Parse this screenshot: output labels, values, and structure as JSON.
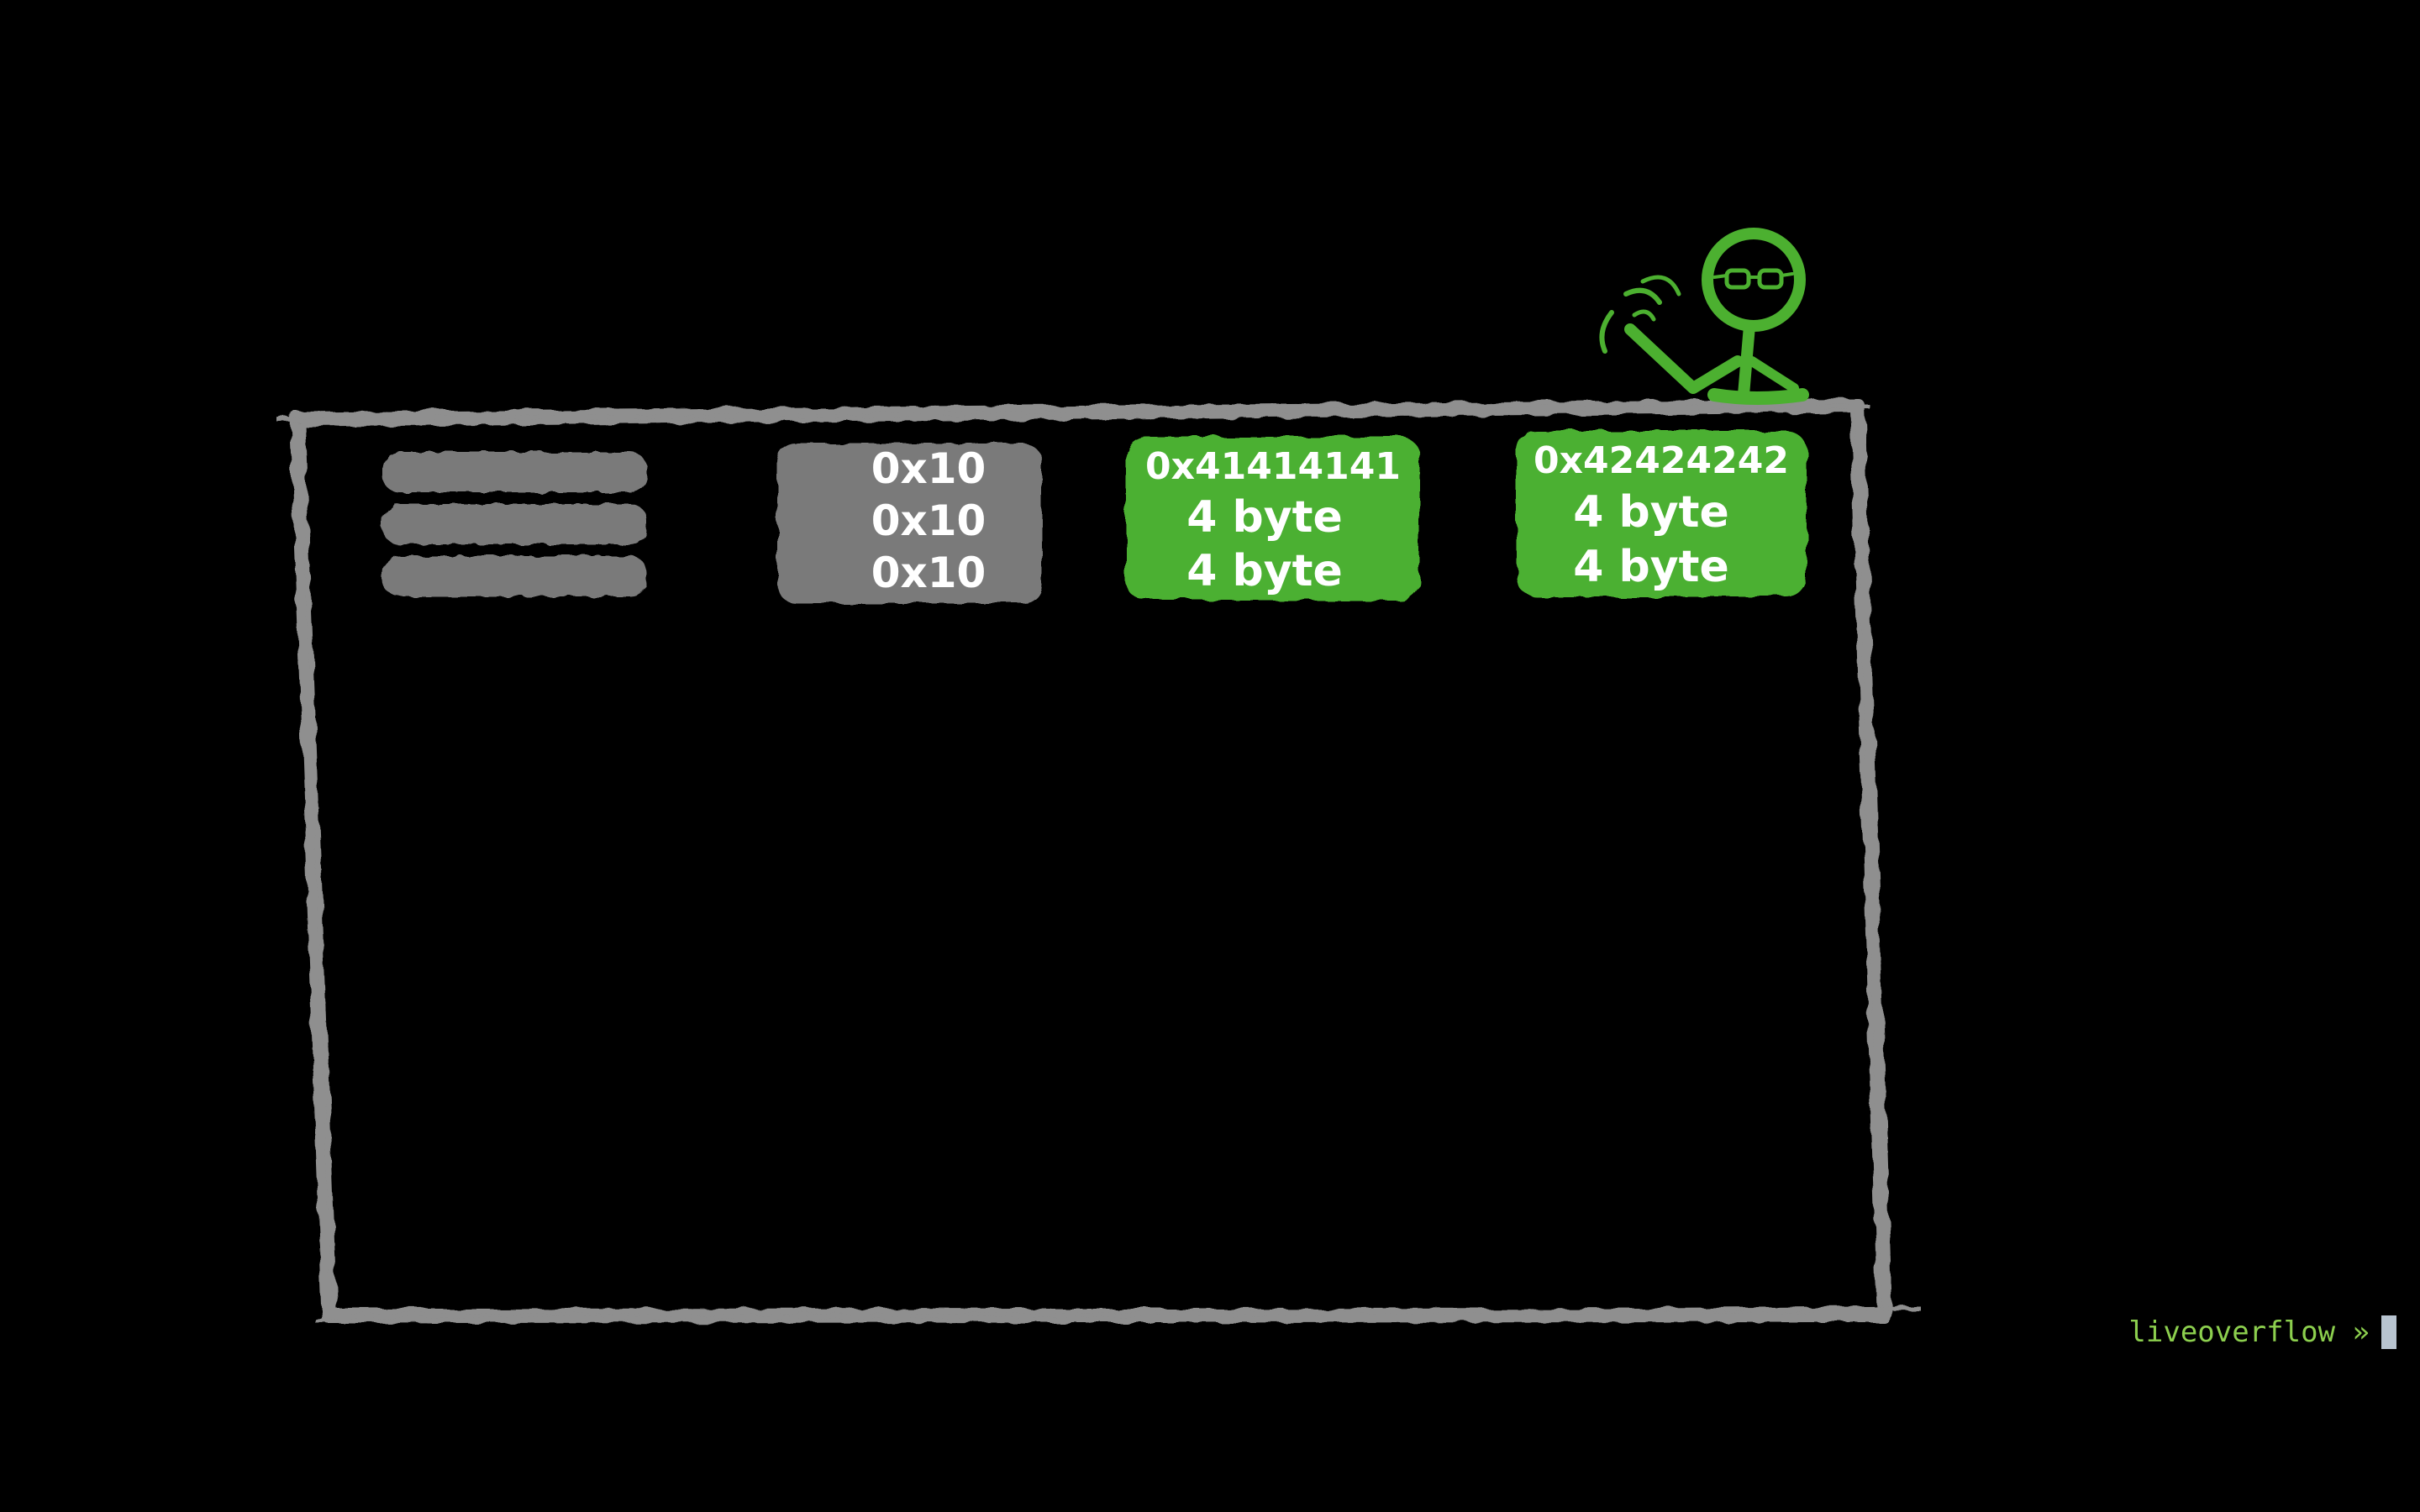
{
  "colors": {
    "background": "#000000",
    "frame": "#8f8f8f",
    "redacted_block": "#7a7a7a",
    "green_block": "#4cb030",
    "character": "#4cb030",
    "text_white": "#ffffff",
    "prompt_text": "#8ccf4e",
    "cursor": "#b8c4d0"
  },
  "memory_table": {
    "columns": [
      {
        "kind": "redacted",
        "cells": [
          "",
          "",
          ""
        ]
      },
      {
        "kind": "size",
        "cells": [
          "0x10",
          "0x10",
          "0x10"
        ]
      },
      {
        "kind": "data",
        "cells": [
          "0x41414141",
          "4 byte",
          "4 byte"
        ]
      },
      {
        "kind": "data",
        "cells": [
          "0x42424242",
          "4 byte",
          "4 byte"
        ]
      }
    ]
  },
  "icons": {
    "mascot": "waving-stick-figure-with-glasses-icon"
  },
  "terminal": {
    "prompt": "liveoverflow »"
  }
}
